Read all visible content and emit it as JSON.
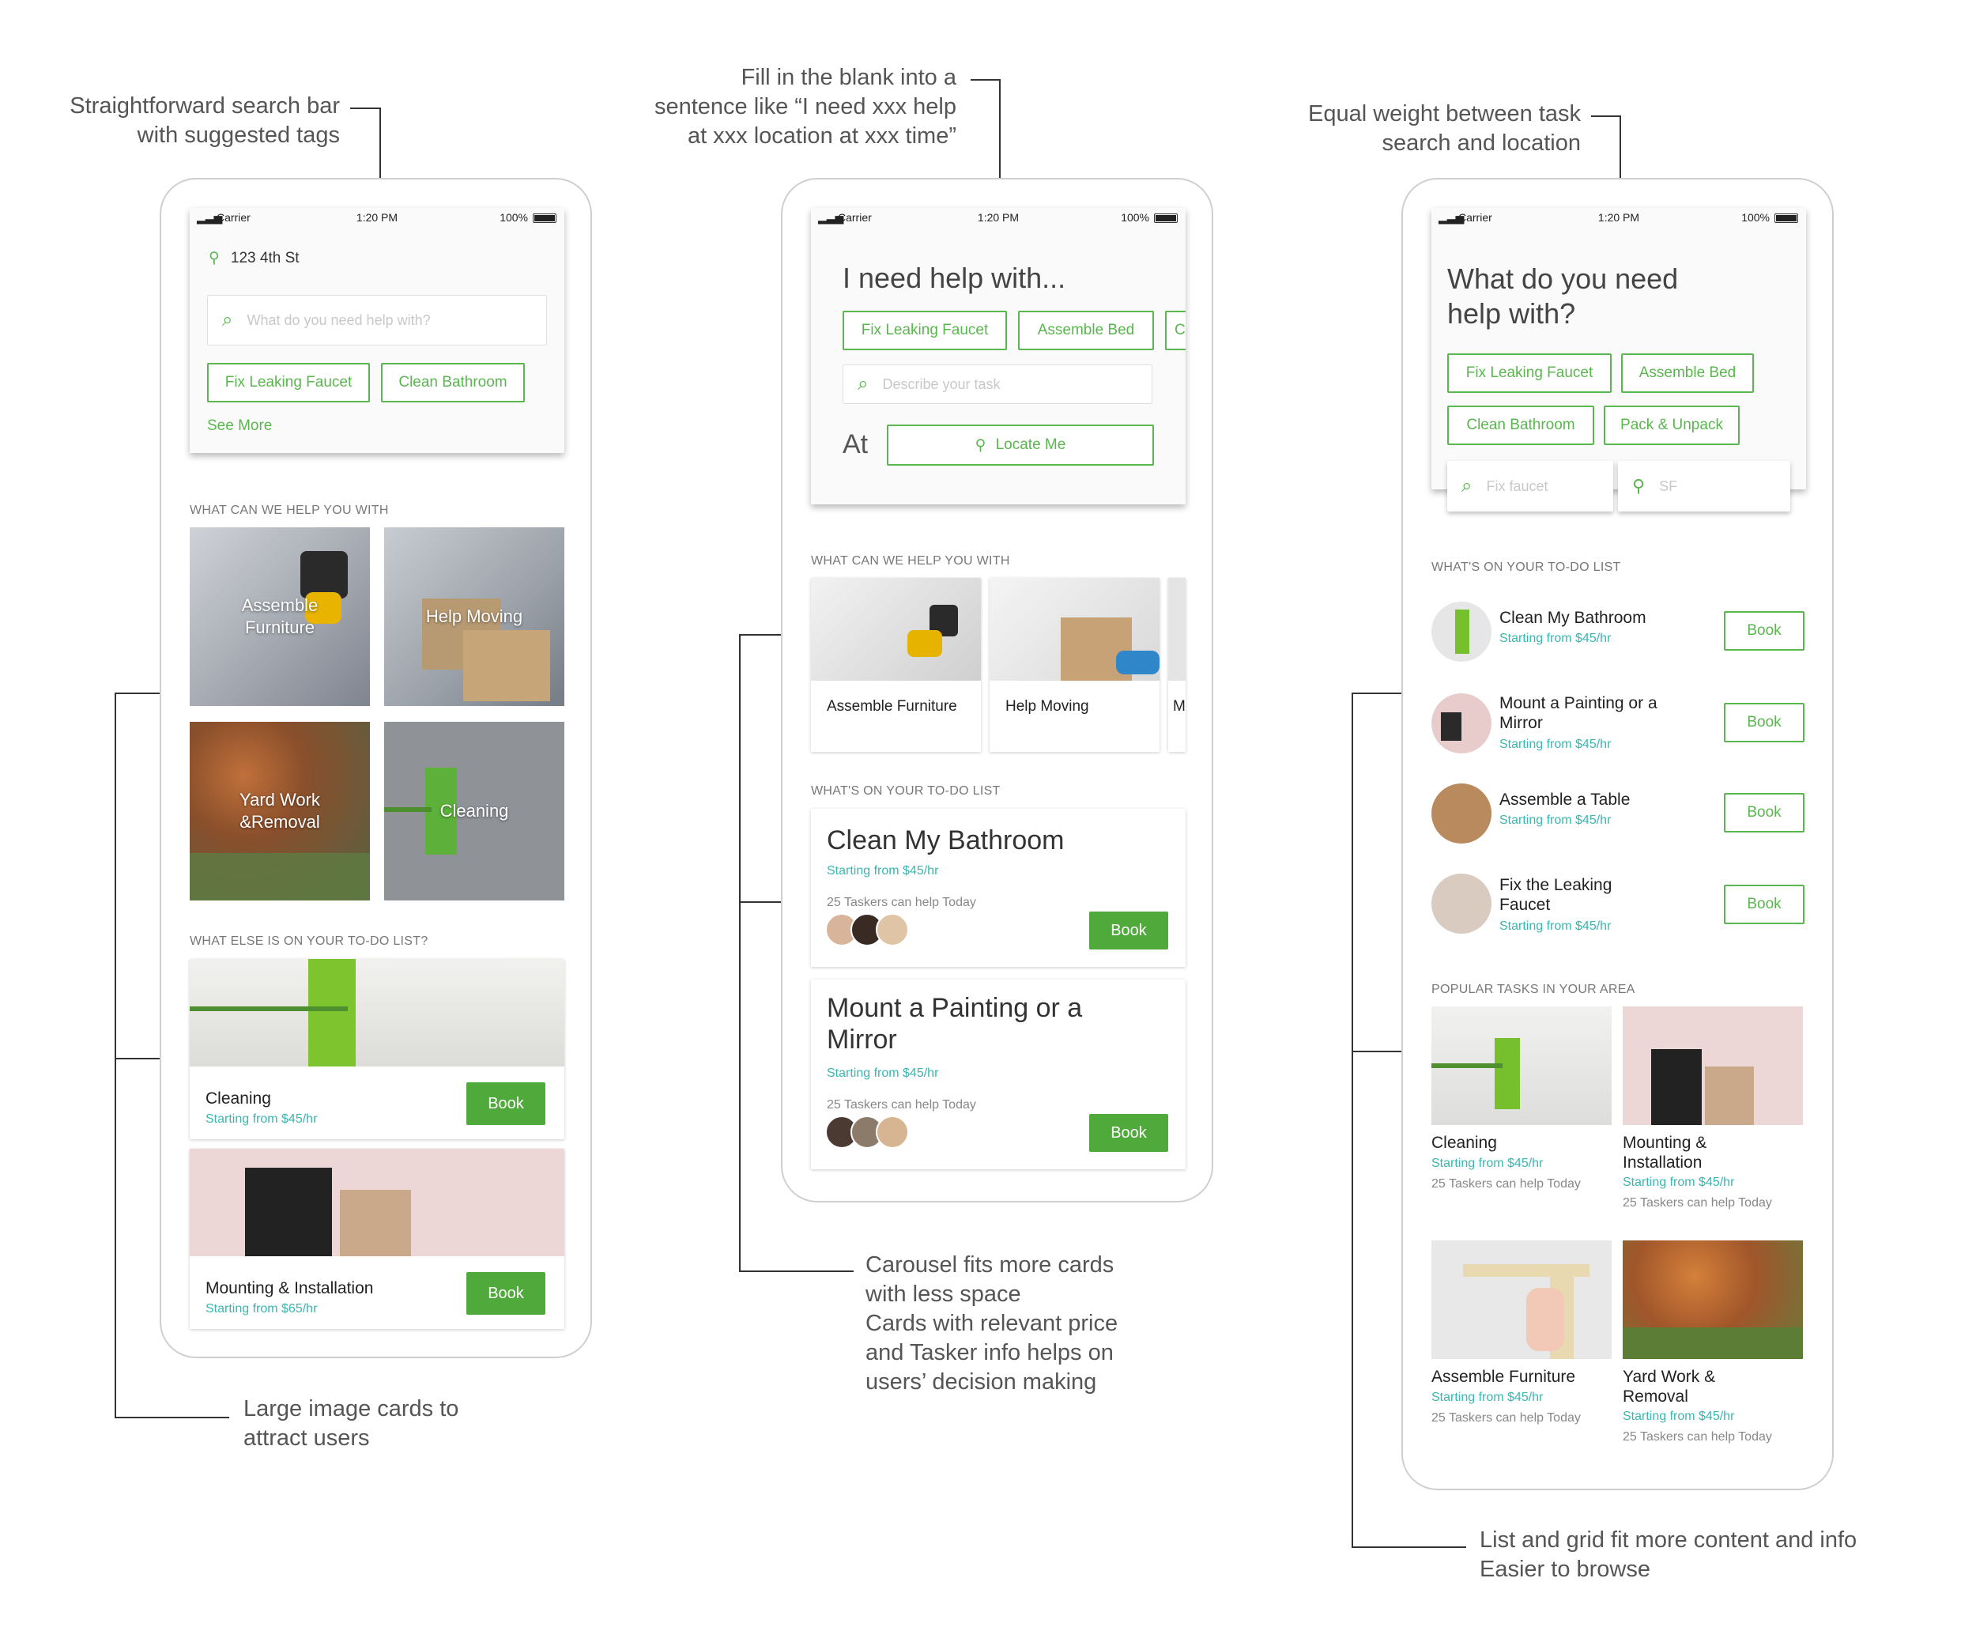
{
  "annotations": {
    "a1": "Straightforward search bar\nwith suggested tags",
    "a2": "Fill in the blank into a\nsentence like “I need xxx help\nat xxx location at xxx time”",
    "a3": "Equal weight between task\nsearch and location",
    "a4": "Large image cards to\nattract users",
    "a5": "Carousel fits more cards\nwith less space\nCards with relevant price\nand Tasker info helps on\nusers’ decision making",
    "a6": "List and grid fit more content and info\nEasier to browse"
  },
  "status": {
    "carrier": "Carrier",
    "time": "1:20 PM",
    "battery": "100%"
  },
  "colors": {
    "accent": "#5ab64f",
    "button": "#4fa93b",
    "price": "#3bb6b0"
  },
  "s1": {
    "address": "123 4th St",
    "search_placeholder": "What do you need help with?",
    "tags": [
      "Fix Leaking Faucet",
      "Clean Bathroom"
    ],
    "see_more": "See More",
    "section_help": "WHAT CAN WE HELP YOU WITH",
    "tiles": [
      "Assemble\nFurniture",
      "Help Moving",
      "Yard Work\n&Removal",
      "Cleaning"
    ],
    "section_todo": "WHAT ELSE IS ON YOUR TO-DO LIST?",
    "cards": [
      {
        "title": "Cleaning",
        "price": "Starting from $45/hr",
        "button": "Book"
      },
      {
        "title": "Mounting & Installation",
        "price": "Starting from $65/hr",
        "button": "Book"
      }
    ]
  },
  "s2": {
    "heading": "I need help with...",
    "tags": [
      "Fix Leaking Faucet",
      "Assemble Bed",
      "C"
    ],
    "task_placeholder": "Describe your task",
    "at_label": "At",
    "locate_label": "Locate Me",
    "section_help": "WHAT CAN WE HELP YOU WITH",
    "carousel": [
      "Assemble Furniture",
      "Help Moving",
      "M"
    ],
    "section_todo": "WHAT'S ON YOUR TO-DO LIST",
    "cards": [
      {
        "title": "Clean My Bathroom",
        "price": "Starting from $45/hr",
        "taskers": "25 Taskers can help Today",
        "button": "Book"
      },
      {
        "title": "Mount a Painting or a\nMirror",
        "price": "Starting from $45/hr",
        "taskers": "25 Taskers can help Today",
        "button": "Book"
      }
    ]
  },
  "s3": {
    "heading": "What do you need\nhelp with?",
    "tags": [
      "Fix Leaking Faucet",
      "Assemble Bed",
      "Clean Bathroom",
      "Pack & Unpack"
    ],
    "task_placeholder": "Fix faucet",
    "location_placeholder": "SF",
    "section_todo": "WHAT'S ON YOUR TO-DO LIST",
    "list": [
      {
        "title": "Clean My Bathroom",
        "price": "Starting from $45/hr",
        "button": "Book"
      },
      {
        "title": "Mount a Painting or a\nMirror",
        "price": "Starting from $45/hr",
        "button": "Book"
      },
      {
        "title": "Assemble a Table",
        "price": "Starting from $45/hr",
        "button": "Book"
      },
      {
        "title": "Fix the Leaking\nFaucet",
        "price": "Starting from $45/hr",
        "button": "Book"
      }
    ],
    "section_popular": "POPULAR TASKS IN YOUR AREA",
    "grid": [
      {
        "title": "Cleaning",
        "price": "Starting from $45/hr",
        "taskers": "25 Taskers can help Today"
      },
      {
        "title": "Mounting &\nInstallation",
        "price": "Starting from $45/hr",
        "taskers": "25 Taskers can help Today"
      },
      {
        "title": "Assemble Furniture",
        "price": "Starting from $45/hr",
        "taskers": "25 Taskers can help Today"
      },
      {
        "title": "Yard Work &\nRemoval",
        "price": "Starting from $45/hr",
        "taskers": "25 Taskers can help Today"
      }
    ]
  }
}
